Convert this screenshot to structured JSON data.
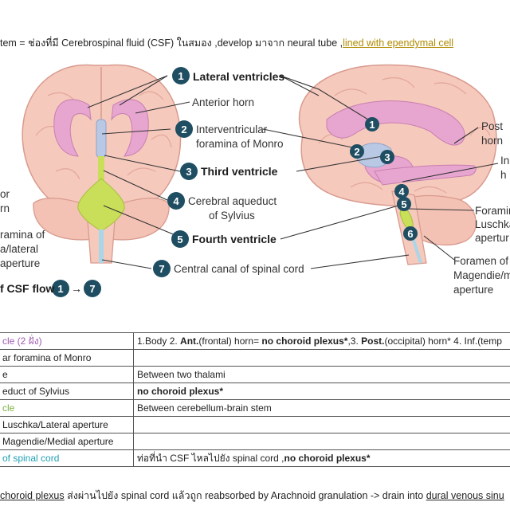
{
  "header": {
    "prefix": "tem  = ช่องที่มี Cerebrospinal fluid (CSF) ในสมอง ,develop มาจาก neural tube ,",
    "highlight": "lined with ependymal cell"
  },
  "labels": {
    "n1": "1",
    "n2": "2",
    "n3": "3",
    "n4": "4",
    "n5": "5",
    "n6": "6",
    "n7": "7",
    "lateral_ventricles": "Lateral ventricles",
    "anterior_horn": "Anterior horn",
    "interventricular_1": "Interventricular",
    "interventricular_2": "foramina of Monro",
    "third_ventricle": "Third ventricle",
    "aqueduct_1": "Cerebral aqueduct",
    "aqueduct_2": "of Sylvius",
    "fourth_ventricle": "Fourth ventricle",
    "central_canal": "Central canal of spinal cord",
    "left_or": "or",
    "left_rn": "rn",
    "left_foramina": "ramina of",
    "left_lateral": "a/lateral",
    "left_aperture": "aperture",
    "flow": "f CSF flow",
    "flow_arrow": "→",
    "right_post": "Post",
    "right_horn": "horn",
    "right_in": "In",
    "right_h": "h",
    "right_foramin": "Foramin",
    "right_luschka": "Luschka",
    "right_apertur": "apertur",
    "right_foramen_of": "Foramen of",
    "right_magendie": "Magendie/m",
    "right_aperture": "aperture"
  },
  "table": {
    "rows": [
      {
        "name": "cle (2 ฝั่ง)",
        "desc_parts": [
          "1.Body 2. ",
          "Ant.",
          "(frontal) horn= ",
          "no choroid plexus*",
          ",3. ",
          "Post.",
          "(occipital) horn* 4. Inf.(temp"
        ]
      },
      {
        "name": "ar foramina of Monro",
        "desc": ""
      },
      {
        "name": "e",
        "desc": "Between two thalami"
      },
      {
        "name": "educt of Sylvius",
        "desc": "no choroid plexus*"
      },
      {
        "name": "cle",
        "desc": "Between cerebellum-brain stem"
      },
      {
        "name": "Luschka/Lateral aperture",
        "desc": ""
      },
      {
        "name": "Magendie/Medial aperture",
        "desc": ""
      },
      {
        "name": " of spinal cord",
        "desc_a": "ท่อที่นำ CSF ไหลไปยัง spinal cord ,",
        "desc_b": "no choroid plexus*"
      }
    ]
  },
  "footer": {
    "a": " choroid plexus",
    "b": " ส่งผ่านไปยัง spinal cord แล้วถูก reabsorbed by Arachnoid granulation -> drain into ",
    "c": "dural venous sinu"
  },
  "colors": {
    "brain": "#f6c9bd",
    "brain_line": "#d99b8f",
    "ventricle": "#e7a6cf",
    "third": "#b9c8e4",
    "fourth": "#c9df5a",
    "canal": "#a9d7e8",
    "badge": "#1f4e63"
  }
}
